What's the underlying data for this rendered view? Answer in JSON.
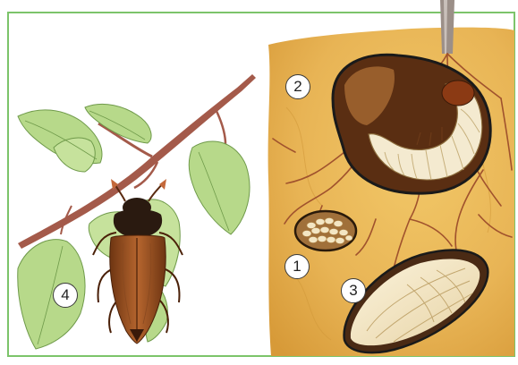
{
  "illustration": {
    "subject": "beetle-life-cycle",
    "labels": [
      {
        "id": "egg-cluster",
        "text": "1"
      },
      {
        "id": "larva",
        "text": "2"
      },
      {
        "id": "pupa",
        "text": "3"
      },
      {
        "id": "adult-beetle",
        "text": "4"
      }
    ],
    "colors": {
      "border": "#7cc46a",
      "soil": "#e8b455",
      "soil_dark": "#c98a2a",
      "root": "#a0522d",
      "leaf": "#b7d98a",
      "beetle": "#8b4a22",
      "larva": "#f4ead0",
      "egg": "#f3e6c4"
    }
  }
}
